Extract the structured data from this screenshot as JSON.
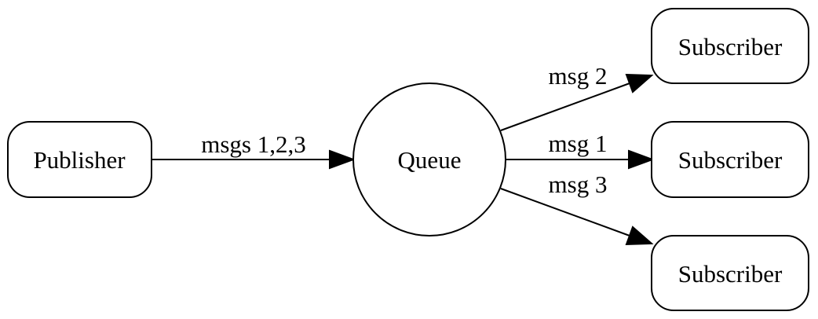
{
  "diagram": {
    "nodes": {
      "publisher": "Publisher",
      "queue": "Queue",
      "subscriber_top": "Subscriber",
      "subscriber_middle": "Subscriber",
      "subscriber_bottom": "Subscriber"
    },
    "edges": {
      "publisher_to_queue": "msgs 1,2,3",
      "queue_to_subscriber_top": "msg 2",
      "queue_to_subscriber_middle": "msg 1",
      "queue_to_subscriber_bottom": "msg 3"
    }
  }
}
